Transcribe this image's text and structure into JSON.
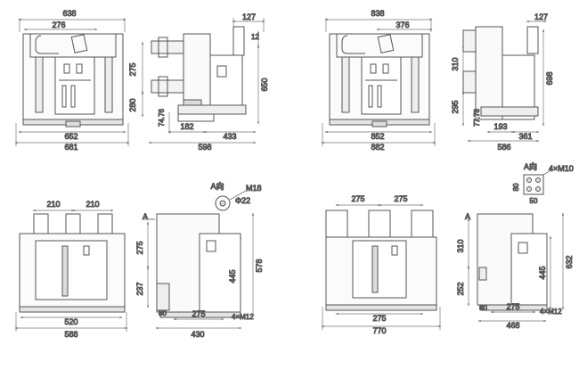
{
  "views": {
    "tl_front": {
      "d_top": "638",
      "d_half": "276",
      "d_base": "652",
      "d_overall": "681"
    },
    "tl_side": {
      "d_top": "127",
      "d_small": "12",
      "d_upper": "275",
      "d_lower": "280",
      "d_height": "650",
      "d_foot": "74.76",
      "d_b1": "182",
      "d_b2": "433",
      "d_depth": "598"
    },
    "tr_front": {
      "d_top": "838",
      "d_half": "376",
      "d_base": "852",
      "d_overall": "882"
    },
    "tr_side": {
      "d_top": "127",
      "d_upper": "310",
      "d_lower": "295",
      "d_height": "698",
      "d_foot": "77.78",
      "d_b1": "193",
      "d_b2": "361",
      "d_depth": "586"
    },
    "bl_front": {
      "d_pitch_l": "210",
      "d_pitch_r": "210",
      "d_base": "520",
      "d_overall": "588"
    },
    "bl_side": {
      "marker": "A",
      "d_upper": "275",
      "d_lower": "237",
      "d_mid": "445",
      "d_height": "578",
      "d_foot": "80",
      "d_b": "275",
      "d_depth": "430",
      "bolt": "4×M12"
    },
    "bl_detail": {
      "label": "A向",
      "thread": "M18",
      "dia": "Φ22"
    },
    "br_front": {
      "d_pitch_l": "275",
      "d_pitch_r": "275",
      "d_base": "275",
      "d_overall": "770"
    },
    "br_side": {
      "marker": "A",
      "d_upper": "310",
      "d_lower": "252",
      "d_mid": "445",
      "d_height": "632",
      "d_foot": "80",
      "d_b": "275",
      "d_depth": "468",
      "bolt": "4×M12"
    },
    "br_detail": {
      "label": "A向",
      "thread": "4×M10",
      "d_side": "80",
      "d_bot": "50"
    }
  },
  "colors": {
    "line": "#555555",
    "dim": "#777777",
    "accent": "#c0392b",
    "text": "#444444"
  }
}
